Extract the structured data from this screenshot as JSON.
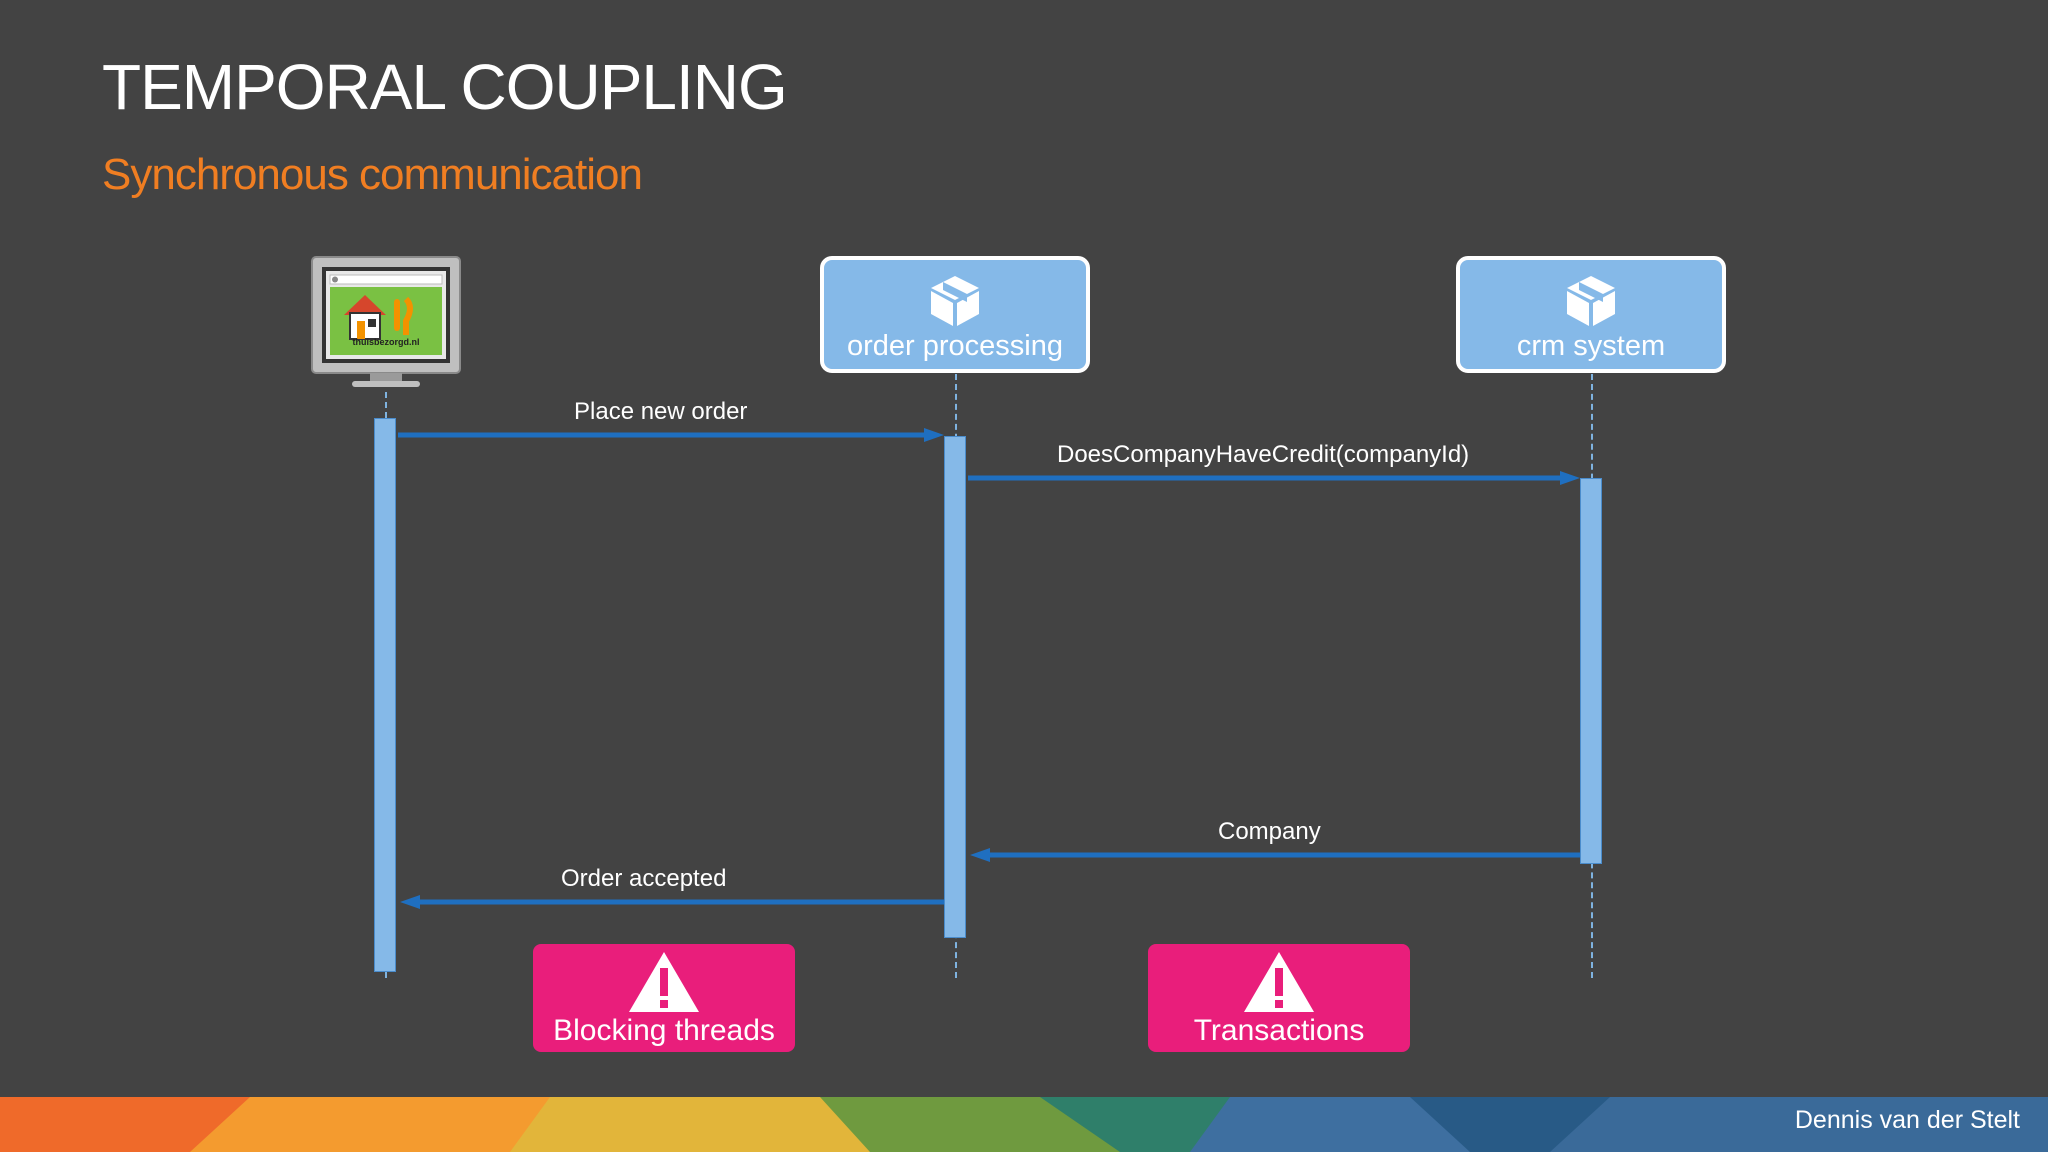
{
  "slide": {
    "title": "TEMPORAL COUPLING",
    "subtitle": "Synchronous communication",
    "author": "Dennis van der Stelt"
  },
  "participants": [
    {
      "id": "client",
      "type": "monitor",
      "logo_text": "thuisbezorgd.nl",
      "icon": "website-monitor-icon"
    },
    {
      "id": "order",
      "type": "service",
      "label": "order processing",
      "icon": "package-icon"
    },
    {
      "id": "crm",
      "type": "service",
      "label": "crm system",
      "icon": "package-icon"
    }
  ],
  "messages": [
    {
      "from": "client",
      "to": "order",
      "label": "Place new order"
    },
    {
      "from": "order",
      "to": "crm",
      "label": "DoesCompanyHaveCredit(companyId)"
    },
    {
      "from": "crm",
      "to": "order",
      "label": "Company"
    },
    {
      "from": "order",
      "to": "client",
      "label": "Order accepted"
    }
  ],
  "warnings": [
    {
      "label": "Blocking threads",
      "icon": "warning-icon"
    },
    {
      "label": "Transactions",
      "icon": "warning-icon"
    }
  ],
  "colors": {
    "background": "#434343",
    "subtitle": "#f07e22",
    "service_box": "#85b9e8",
    "arrow": "#1f6fc0",
    "warning": "#e91e7b"
  }
}
